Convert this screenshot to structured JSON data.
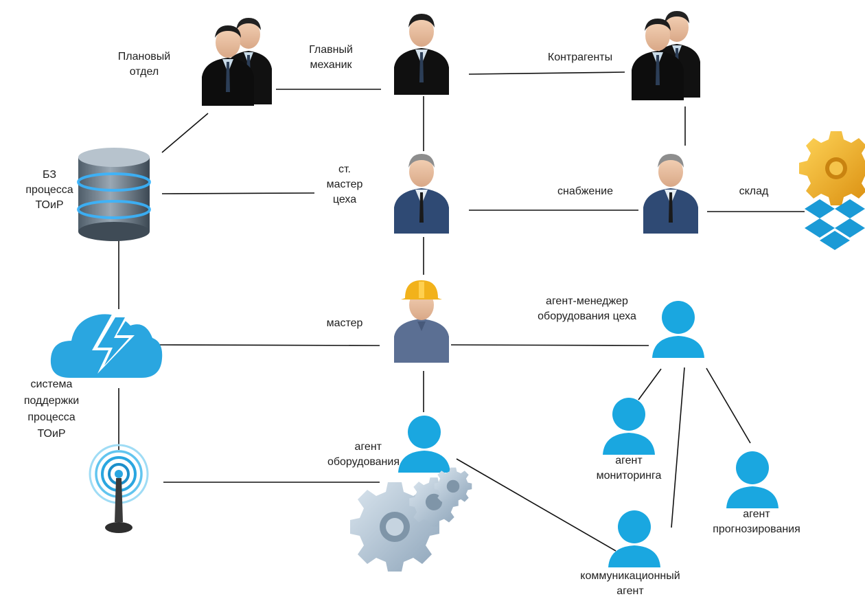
{
  "labels": {
    "planning": [
      "Плановый",
      "отдел"
    ],
    "chief_mechanic": [
      "Главный",
      "механик"
    ],
    "contractors": "Контрагенты",
    "kb": [
      "БЗ",
      "процесса",
      "ТОиР"
    ],
    "senior_foreman": [
      "ст.",
      "мастер",
      "цеха"
    ],
    "supply": "снабжение",
    "warehouse": "склад",
    "foreman": "мастер",
    "agent_manager": [
      "агент-менеджер",
      "оборудования цеха"
    ],
    "support_system": [
      "система",
      "поддержки",
      "процесса",
      "ТОиР"
    ],
    "equipment_agent": [
      "агент",
      "оборудования"
    ],
    "monitoring_agent": [
      "агент",
      "мониторинга"
    ],
    "forecasting_agent": [
      "агент",
      "прогнозирования"
    ],
    "comm_agent": [
      "коммуникационный",
      "агент"
    ]
  },
  "colors": {
    "line": "#111111",
    "agent_blue": "#1aa7e0",
    "suit_dark": "#1b1b1b",
    "suit_blue": "#2f4a74",
    "worker_shirt": "#5b6f93",
    "helmet": "#f2b21b",
    "cloud": "#2aa6e0",
    "gear_gray": "#9fb4c7",
    "gear_gold": "#e7a21d",
    "dropbox": "#1b9ad6",
    "db_body": "#6e7e8d",
    "db_glow": "#39b5ff"
  },
  "icons": {
    "group": "business-group-icon",
    "manager": "businessman-icon",
    "worker": "worker-helmet-icon",
    "agent": "user-agent-icon",
    "database": "database-icon",
    "cloud": "cloud-lightning-icon",
    "antenna": "wireless-antenna-icon",
    "gears": "gears-icon",
    "settings_gear": "gold-gear-icon",
    "dropbox": "dropbox-icon"
  }
}
